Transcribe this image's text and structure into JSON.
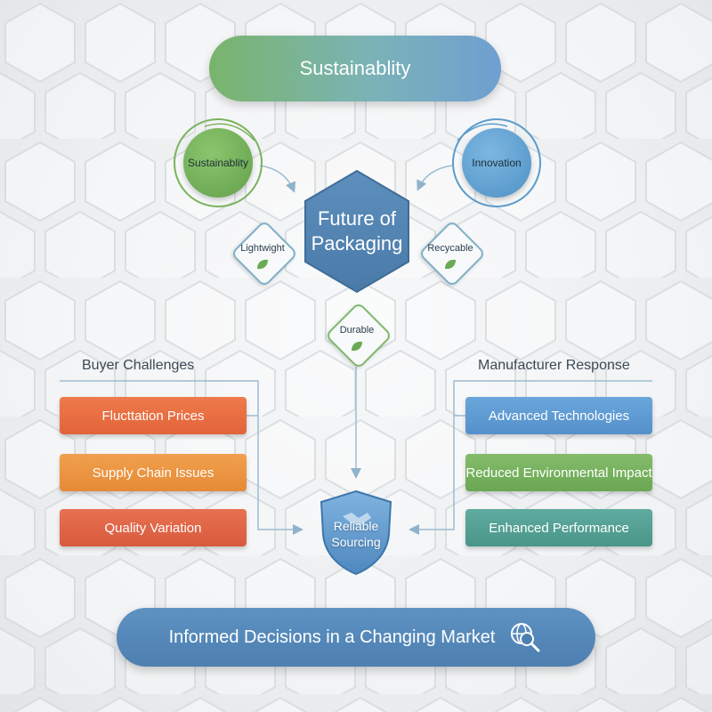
{
  "title": "Sustainablity",
  "center": {
    "label": "Future of Packaging"
  },
  "drivers": [
    {
      "label": "Sustainablity",
      "color": "#6aa653"
    },
    {
      "label": "Innovation",
      "color": "#5597ca"
    }
  ],
  "attributes": [
    {
      "label": "Lightwight",
      "icon": "leaf-icon"
    },
    {
      "label": "Recycable",
      "icon": "leaf-icon"
    },
    {
      "label": "Durable",
      "icon": "leaf-icon"
    }
  ],
  "buyer_challenges": {
    "heading": "Buyer Challenges",
    "items": [
      {
        "label": "Flucttation Prices",
        "color": "#e86d42"
      },
      {
        "label": "Supply Chain Issues",
        "color": "#eb953f"
      },
      {
        "label": "Quality Variation",
        "color": "#de6246"
      }
    ]
  },
  "manufacturer_response": {
    "heading": "Manufacturer Response",
    "items": [
      {
        "label": "Advanced Technologies",
        "color": "#5f9bd3"
      },
      {
        "label": "Reduced Environmental Impact",
        "color": "#76b05e"
      },
      {
        "label": "Enhanced Performance",
        "color": "#54a094"
      }
    ]
  },
  "outcome": {
    "label": "Reliable Sourcing",
    "icon": "handshake-icon"
  },
  "footer": {
    "label": "Informed Decisions in a Changing Market",
    "icon": "globe-search-icon"
  }
}
